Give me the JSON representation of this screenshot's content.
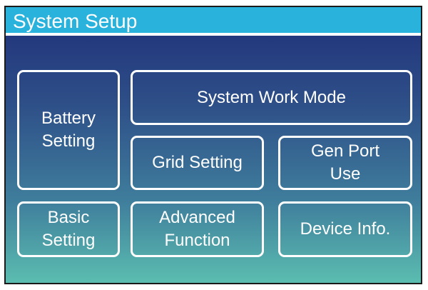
{
  "window": {
    "title": "System Setup"
  },
  "colors": {
    "title_bar": "#29b2dc",
    "background_top": "#1f2f78",
    "background_bottom": "#5bbdb0",
    "tile_border": "#ffffff",
    "text": "#ffffff"
  },
  "tiles": {
    "battery_setting": "Battery\nSetting",
    "system_work_mode": "System Work Mode",
    "grid_setting": "Grid Setting",
    "gen_port_use": "Gen Port\nUse",
    "basic_setting": "Basic\nSetting",
    "advanced_function": "Advanced\nFunction",
    "device_info": "Device Info."
  }
}
